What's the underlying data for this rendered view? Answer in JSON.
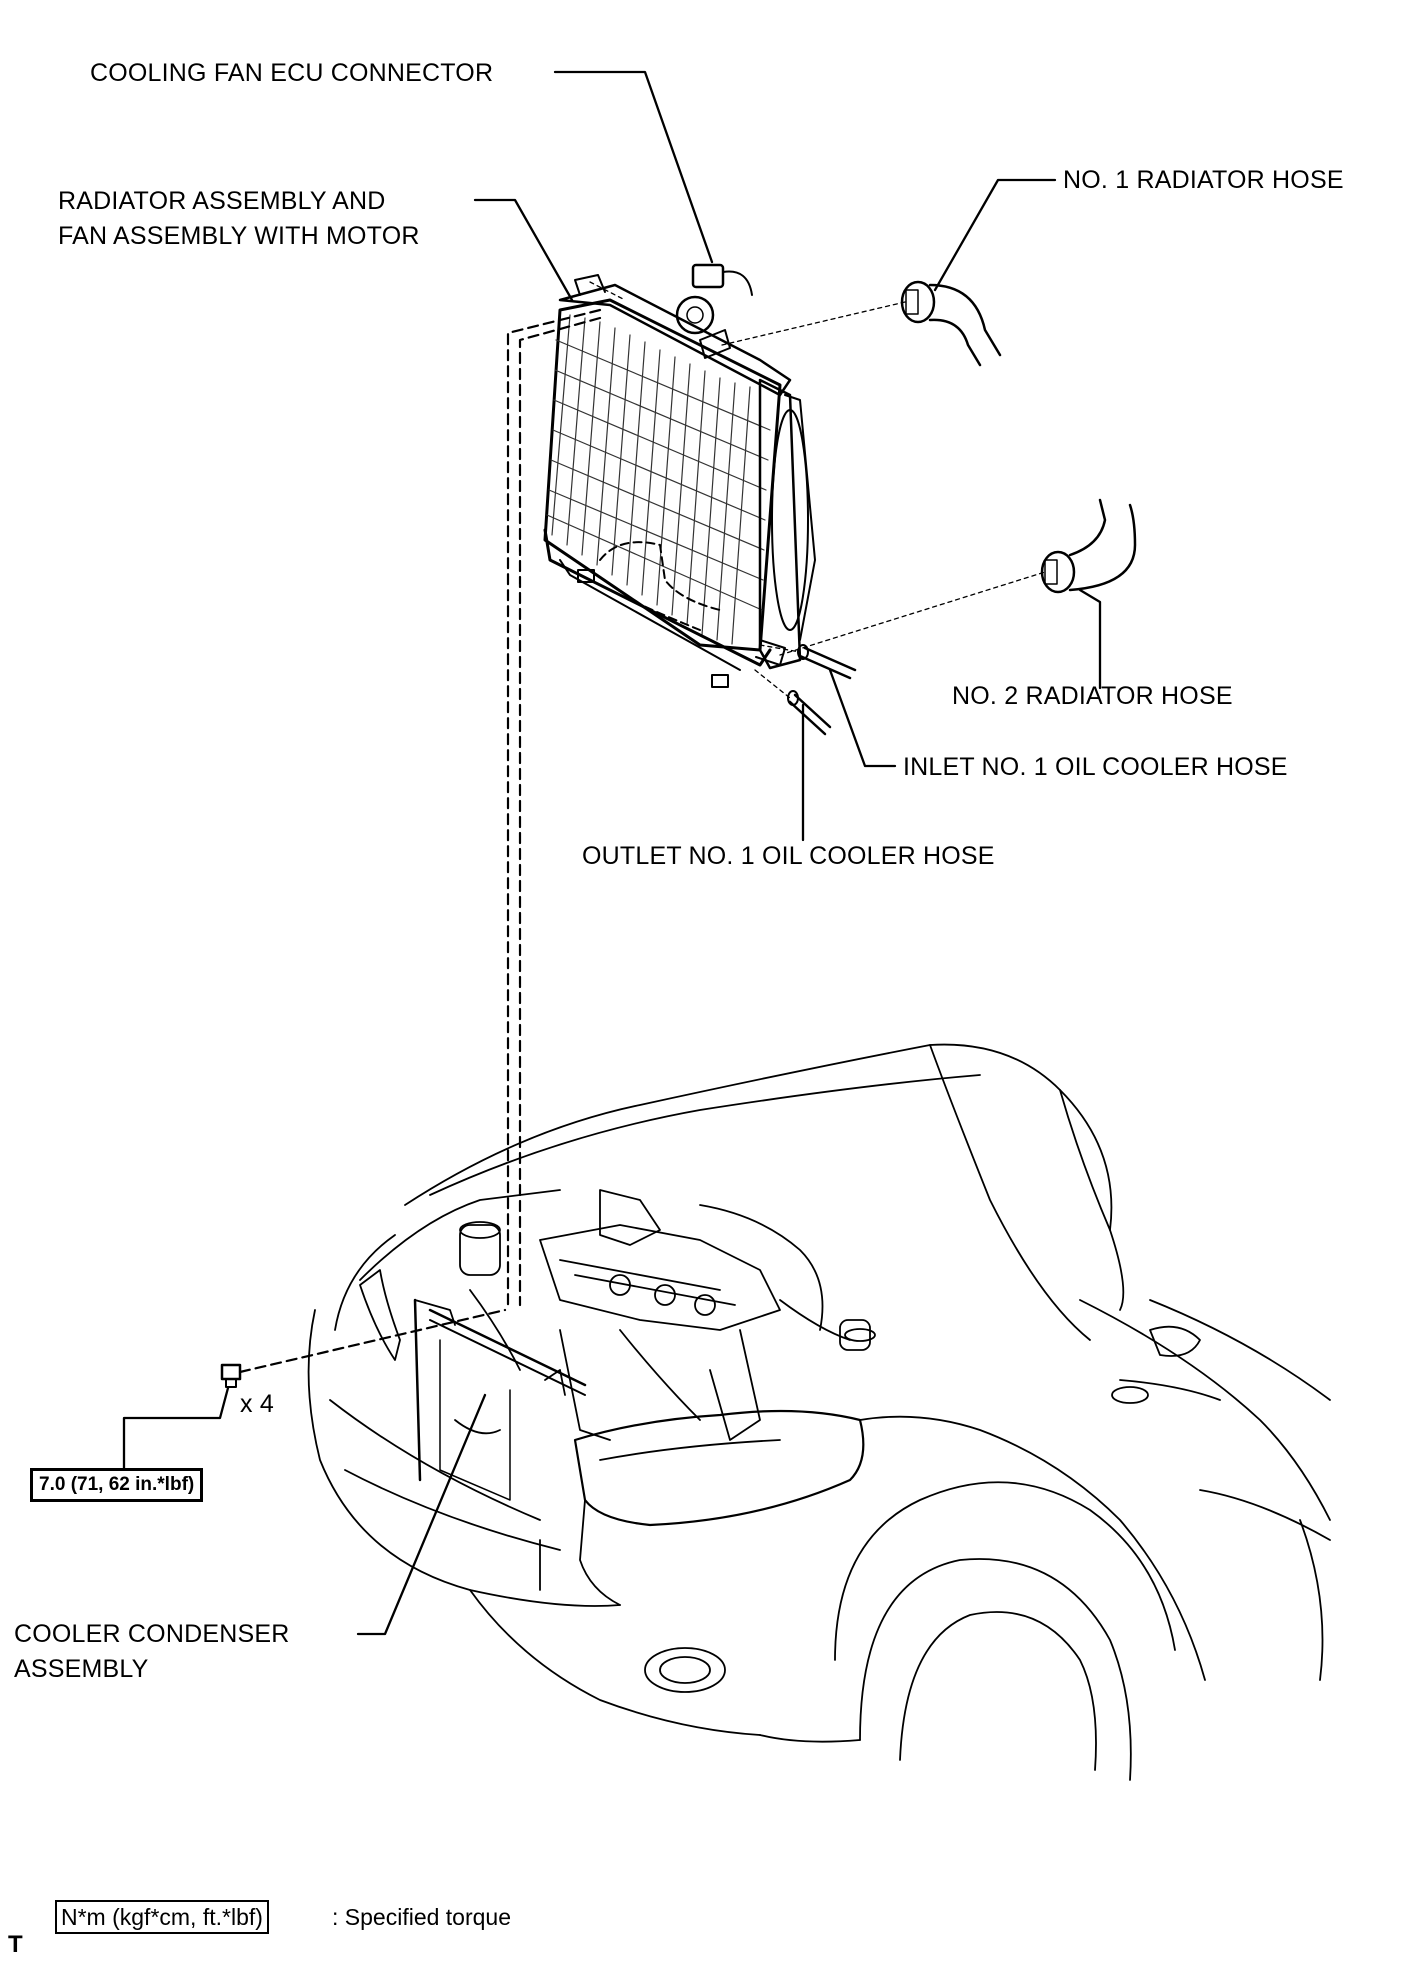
{
  "labels": {
    "cooling_fan_ecu_connector": "COOLING FAN ECU CONNECTOR",
    "radiator_assembly_line1": "RADIATOR ASSEMBLY AND",
    "radiator_assembly_line2": "FAN ASSEMBLY WITH MOTOR",
    "no1_radiator_hose": "NO. 1 RADIATOR HOSE",
    "no2_radiator_hose": "NO. 2 RADIATOR HOSE",
    "inlet_oil_cooler_hose": "INLET NO. 1 OIL COOLER HOSE",
    "outlet_oil_cooler_hose": "OUTLET NO. 1 OIL COOLER HOSE",
    "cooler_condenser_line1": "COOLER CONDENSER",
    "cooler_condenser_line2": "ASSEMBLY",
    "bolt_quantity": "x 4"
  },
  "torque": {
    "bolt_value": "7.0 (71, 62 in.*lbf)"
  },
  "legend": {
    "box_text": "N*m (kgf*cm, ft.*lbf)",
    "description": ": Specified torque"
  },
  "corner_mark": "T"
}
